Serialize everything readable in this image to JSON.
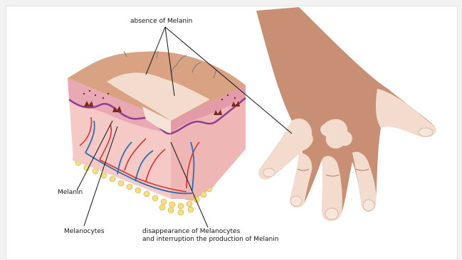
{
  "labels": {
    "absence": "absence of Melanin",
    "melanin": "Melanin",
    "melanocytes": "Melanocytes",
    "disappearance_line1": "disappearance of Melanocytes",
    "disappearance_line2": "and interruption the production of Melanin"
  },
  "colors": {
    "skin_dark": "#c98f74",
    "skin_light": "#f3dccd",
    "epidermis_pink": "#e9a9b4",
    "dermis": "#f4c9c6",
    "melanin": "#7a2a1f",
    "artery": "#d8322a",
    "vein": "#2a6db0",
    "fat": "#f1d36b",
    "line": "#111111"
  }
}
